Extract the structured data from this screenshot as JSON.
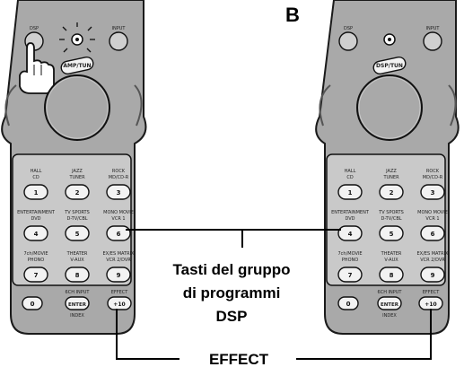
{
  "panel_label": "B",
  "callouts": {
    "group_line1": "Tasti del gruppo",
    "group_line2": "di programmi",
    "group_line3": "DSP",
    "effect": "EFFECT"
  },
  "remote": {
    "dsp_label": "DSP",
    "input_label": "INPUT",
    "amp_tuner_label": "AMP/TUN",
    "dsp_tuner_label": "DSP/TUN",
    "keys": [
      {
        "num": "1",
        "top": "HALL",
        "bottom": "CD"
      },
      {
        "num": "2",
        "top": "JAZZ",
        "bottom": "TUNER"
      },
      {
        "num": "3",
        "top": "ROCK",
        "bottom": "MD/CD-R"
      },
      {
        "num": "4",
        "top": "ENTERTAINMENT",
        "bottom": "DVD"
      },
      {
        "num": "5",
        "top": "TV SPORTS",
        "bottom": "D-TV/CBL"
      },
      {
        "num": "6",
        "top": "MONO MOVIE",
        "bottom": "VCR 1"
      },
      {
        "num": "7",
        "top": "7ch/MOVIE",
        "bottom": "PHONO"
      },
      {
        "num": "8",
        "top": "THEATER",
        "bottom": "V-AUX"
      },
      {
        "num": "9",
        "top": "EX/ES MATRIX",
        "bottom": "VCR 2/DVR"
      }
    ],
    "bottom_row": {
      "zero": "0",
      "sixch_label": "6CH INPUT",
      "enter": "ENTER",
      "effect_label": "EFFECT",
      "plus10": "+10",
      "index_label": "INDEX"
    }
  },
  "colors": {
    "remote_body": "#a8a8a8",
    "remote_outline": "#1a1a1a",
    "key_panel": "#c9c9c9",
    "key_face": "#f2f2f2",
    "line": "#000000"
  },
  "icons": [
    "pointing-hand-icon",
    "indicator-light-icon"
  ]
}
